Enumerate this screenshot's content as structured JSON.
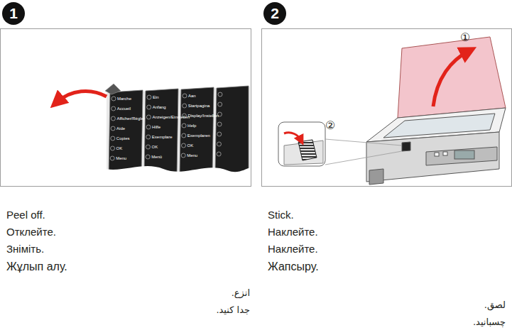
{
  "diagram": {
    "labels": [
      "1",
      "2",
      "Marche",
      "Accueil",
      "Afficher/Régler",
      "Aide",
      "Copies",
      "OK",
      "Menu",
      "Ein",
      "Anfang",
      "Anzeigen/Einstellen",
      "Hilfe",
      "Exemplare",
      "OK",
      "Menü",
      "Aan",
      "Startpagina",
      "Display/Instellen",
      "Help",
      "Exemplaren",
      "OK",
      "Menu",
      "①",
      "②",
      "Peel off.",
      "Отклейте.",
      "Зніміть.",
      "Жұлып алу.",
      "انزع.",
      "جدا کنید.",
      "Stick.",
      "Наклейте.",
      "Наклейте.",
      "Жапсыру.",
      "لصق.",
      "چسبانید."
    ]
  }
}
